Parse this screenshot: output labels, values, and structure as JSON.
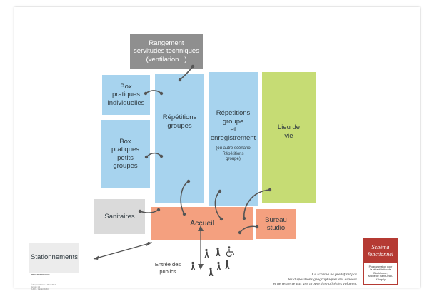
{
  "colors": {
    "blue": "#a7d3ee",
    "green": "#c6dc74",
    "orange": "#f4a07f",
    "grey": "#dadada",
    "dark_grey": "#8f8f8f",
    "legend_red": "#b53a33",
    "connector": "#555555"
  },
  "rangement": {
    "label": "Rangement\nservitudes techniques\n(ventilation...)"
  },
  "box_individuelles": {
    "label": "Box\npratiques\nindividuelles"
  },
  "box_petits_groupes": {
    "label": "Box\npratiques\npetits\ngroupes"
  },
  "repetitions_groupes": {
    "label": "Répétitions\ngroupes"
  },
  "repetitions_enregistrement": {
    "label": "Répétitions\ngroupe\net enregistrement",
    "note": "(ou autre scénario\nRépétitions\ngroupe)"
  },
  "lieu_de_vie": {
    "label": "Lieu de\nvie"
  },
  "sanitaires": {
    "label": "Sanitaires"
  },
  "accueil": {
    "label": "Accueil"
  },
  "bureau_studio": {
    "label": "Bureau\nstudio"
  },
  "stationnements": {
    "label": "Stationnements"
  },
  "entree": {
    "label": "Entrée des\npublics",
    "icons": [
      "pedestrian-icon",
      "pedestrian-icon",
      "pedestrian-icon",
      "wheelchair-icon",
      "pedestrian-icon",
      "pedestrian-icon",
      "pedestrian-icon"
    ]
  },
  "footnote": "Ce schéma ne prédéfinit pas\nles dispositions géographiques des espaces\net ne respecte pas une proportionnalité des volumes.",
  "legend": {
    "title": "Schéma\nfonctionnel",
    "body": "Programmation pour\nla réhabilitation de\nBlockhouse,\nMairie de Saint-Jean-d'Angely"
  },
  "meta": {
    "title": "PROGRAM'SCÈNE",
    "lines": "© Program'Scène · Mars 2013 · Version 1.3\nR.d.O. - Gérald RAKO"
  }
}
